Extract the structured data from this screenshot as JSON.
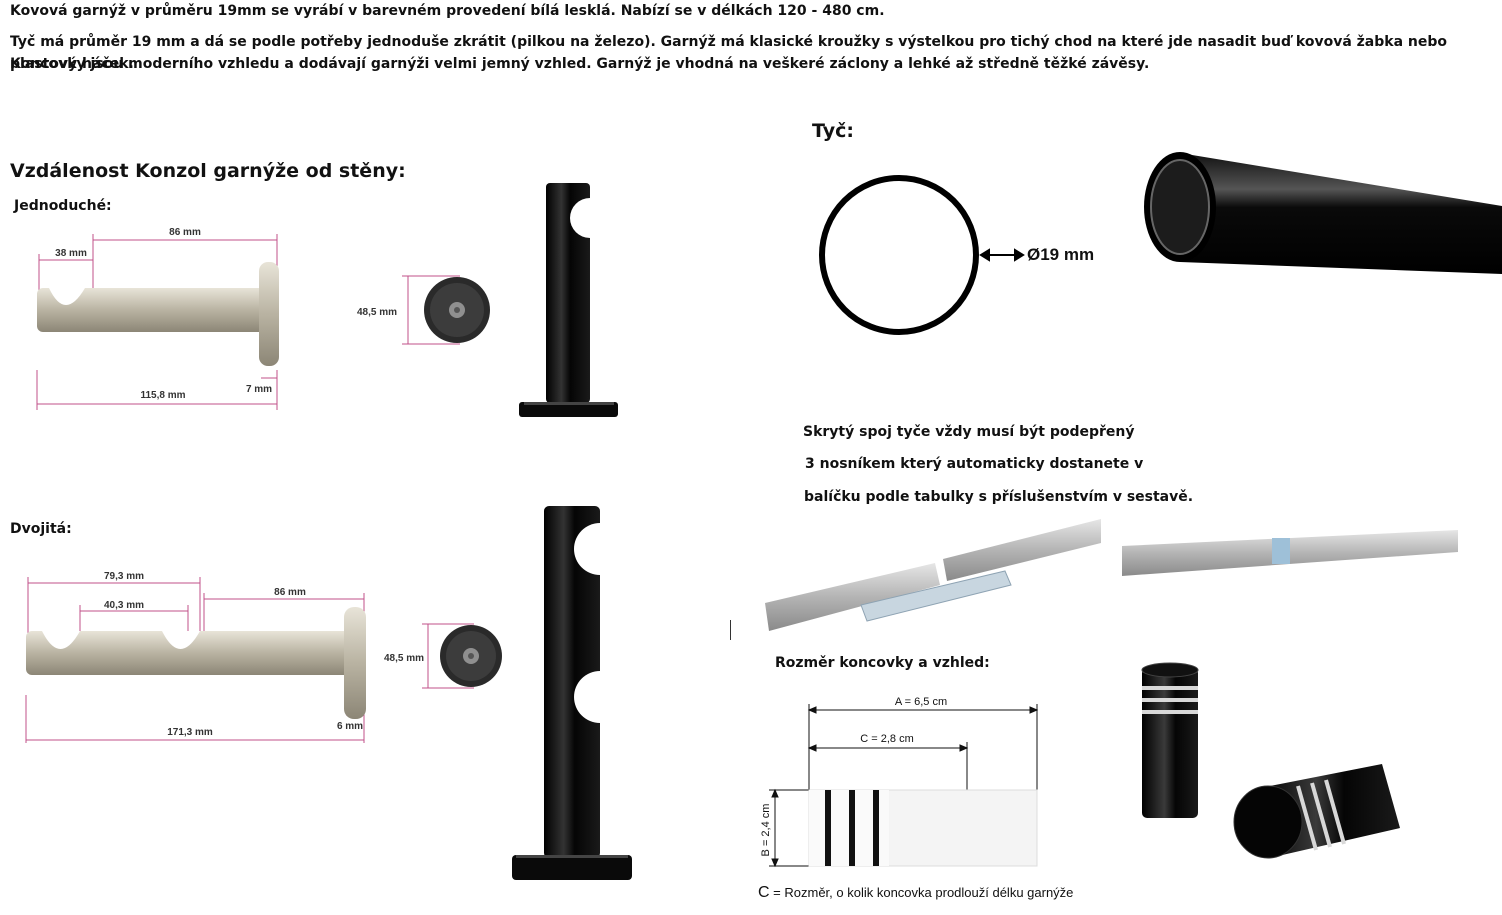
{
  "intro": {
    "line1": "Kovová garnýž v průměru 19mm se vyrábí v barevném provedení bílá lesklá. Nabízí se v délkách 120 - 480 cm.",
    "line2": "Tyč má průměr 19 mm a dá se podle potřeby jednoduše zkrátit (pilkou na železo). Garnýž má klasické kroužky s výstelkou pro tichý chod na které jde nasadit buď kovová žabka nebo plastový háček.",
    "line3": "Koncovky jsou moderního vzhledu a dodávají garnýži velmi jemný vzhled. Garnýž je vhodná na veškeré záclony a lehké až středně těžké závěsy."
  },
  "brackets": {
    "heading": "Vzdálenost Konzol garnýže od stěny:",
    "single": {
      "label": "Jednoduché:",
      "dims": {
        "total": "115,8 mm",
        "hook": "38 mm",
        "span": "86 mm",
        "plate": "7 mm",
        "diameter": "48,5 mm"
      }
    },
    "double": {
      "label": "Dvojitá:",
      "dims": {
        "outer": "79,3 mm",
        "inner": "40,3 mm",
        "span": "86 mm",
        "total": "171,3 mm",
        "plate": "6 mm",
        "diameter": "48,5 mm"
      }
    }
  },
  "rod": {
    "heading": "Tyč:",
    "diameter_label": "Ø19 mm"
  },
  "joint": {
    "line1": "Skrytý spoj tyče vždy musí být podepřený",
    "line2": "3 nosníkem který automaticky dostanete v",
    "line3": "balíčku podle tabulky s příslušenstvím v sestavě."
  },
  "endcap": {
    "heading": "Rozměr koncovky a vzhled:",
    "dim_a": "A = 6,5 cm",
    "dim_c": "C = 2,8 cm",
    "dim_b": "B = 2,4 cm",
    "caption_letter": "C",
    "caption_text": " = Rozměr, o kolik koncovka prodlouží délku garnýže"
  },
  "colors": {
    "text": "#111111",
    "dimension_pink": "#c0508a",
    "metal_satin": "#bdb8a8",
    "black_gloss": "#0a0a0a"
  }
}
